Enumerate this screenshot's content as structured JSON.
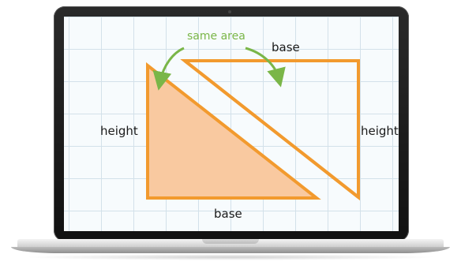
{
  "diagram": {
    "annotation": "same area",
    "labels": {
      "left_height": "height",
      "left_base": "base",
      "right_height": "height",
      "right_base": "base"
    },
    "colors": {
      "outline": "#f29a2e",
      "fill": "#f9c9a0",
      "annotation": "#7ab648",
      "grid": "#d3e1ea"
    }
  }
}
